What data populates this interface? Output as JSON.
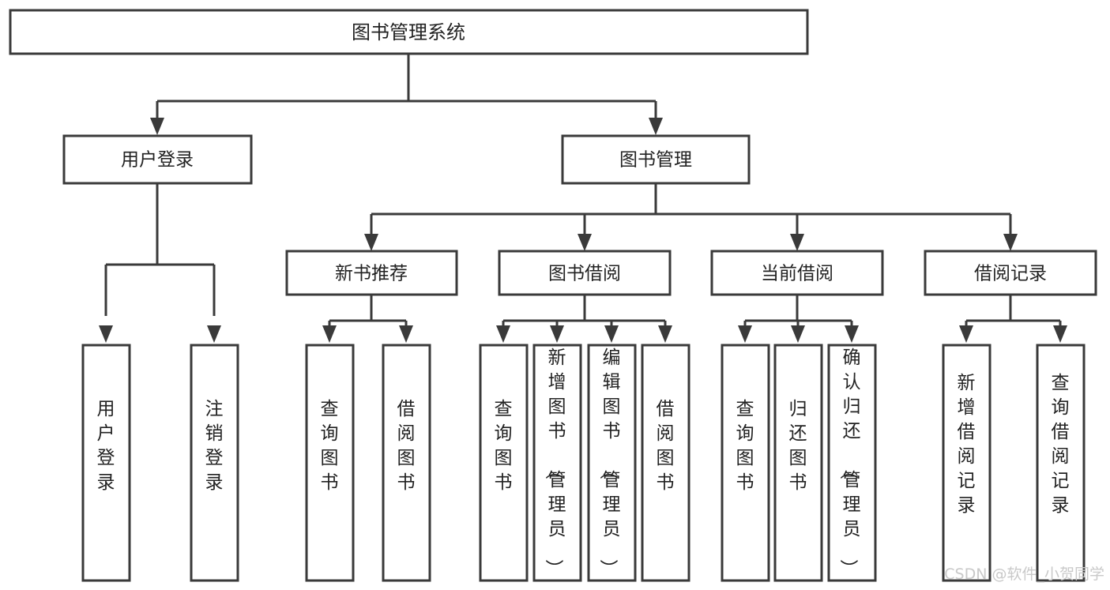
{
  "diagram": {
    "title": "图书管理系统",
    "type": "tree-hierarchy-diagram",
    "colors": {
      "box_stroke": "#3a3a3a",
      "box_fill": "#ffffff",
      "text": "#222222",
      "background": "#ffffff",
      "watermark": "#c9c9c9"
    },
    "root": {
      "label": "图书管理系统"
    },
    "level2": [
      {
        "label": "用户登录"
      },
      {
        "label": "图书管理"
      }
    ],
    "level3": [
      {
        "label": "新书推荐"
      },
      {
        "label": "图书借阅"
      },
      {
        "label": "当前借阅"
      },
      {
        "label": "借阅记录"
      }
    ],
    "leaves_user_login": [
      {
        "label": "用户登录"
      },
      {
        "label": "注销登录"
      }
    ],
    "leaves_new_book": [
      {
        "label": "查询图书"
      },
      {
        "label": "借阅图书"
      }
    ],
    "leaves_borrow": [
      {
        "label": "查询图书"
      },
      {
        "label": "新增图书（管理员）"
      },
      {
        "label": "编辑图书（管理员）"
      },
      {
        "label": "借阅图书"
      }
    ],
    "leaves_current": [
      {
        "label": "查询图书"
      },
      {
        "label": "归还图书"
      },
      {
        "label": "确认归还（管理员）"
      }
    ],
    "leaves_records": [
      {
        "label": "新增借阅记录"
      },
      {
        "label": "查询借阅记录"
      }
    ],
    "watermark": "CSDN @软件_小贺同学"
  }
}
